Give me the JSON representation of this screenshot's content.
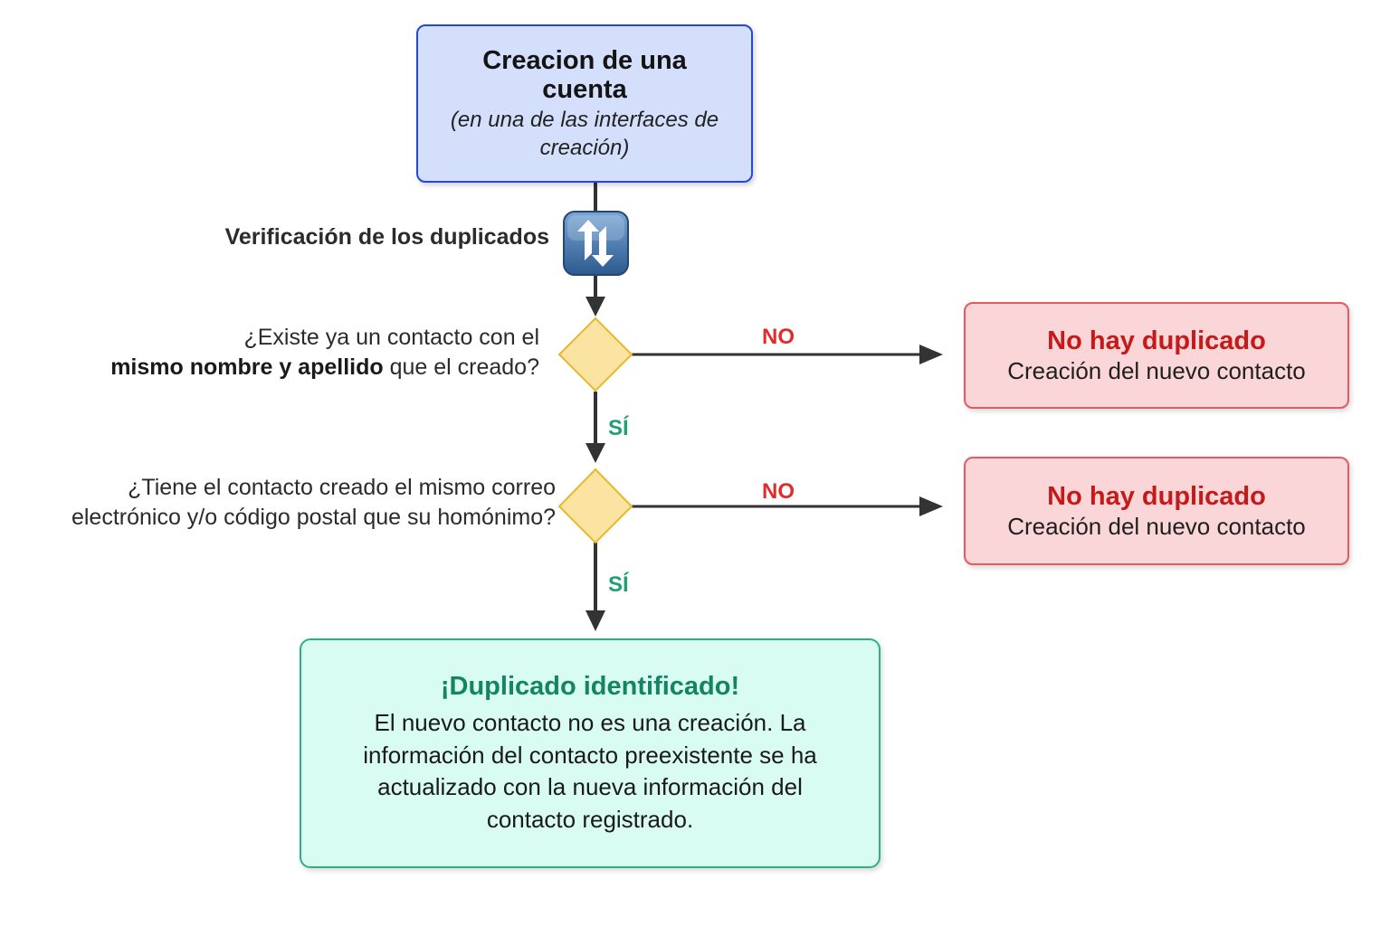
{
  "start": {
    "title": "Creacion de una cuenta",
    "subtitle": "(en una de las interfaces de creación)"
  },
  "verify": {
    "label": "Verificación de los duplicados",
    "icon": "refresh-arrows-icon",
    "icon_color": "#3d6fa8"
  },
  "question1": {
    "line1": "¿Existe ya un contacto con el",
    "bold": "mismo nombre y apellido",
    "rest": " que el creado?"
  },
  "question2": {
    "line1": "¿Tiene el contacto creado el mismo correo",
    "line2": "electrónico y/o código postal que su homónimo?"
  },
  "labels": {
    "no": "NO",
    "si": "SÍ"
  },
  "no_duplicate": [
    {
      "title": "No hay duplicado",
      "subtitle": "Creación del nuevo contacto"
    },
    {
      "title": "No hay duplicado",
      "subtitle": "Creación del nuevo contacto"
    }
  ],
  "result": {
    "title": "¡Duplicado identificado!",
    "body": "El nuevo contacto no es una creación. La información del contacto preexistente se ha actualizado con la nueva información del contacto registrado."
  },
  "colors": {
    "start_fill": "#d3dffb",
    "start_border": "#2546e0",
    "decision_fill": "#fbe3a2",
    "decision_border": "#e8b72c",
    "nodup_fill": "#fbd6d8",
    "nodup_border": "#e35a61",
    "result_fill": "#d8fbf2",
    "result_border": "#2fae86",
    "connector": "#333333"
  }
}
